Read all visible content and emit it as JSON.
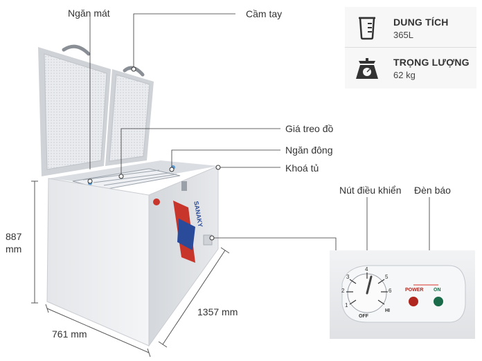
{
  "labels": {
    "ngan_mat": "Ngăn mát",
    "cam_tay": "Cầm tay",
    "gia_treo_do": "Giá treo đồ",
    "ngan_dong": "Ngăn đông",
    "khoa_tu": "Khoá tủ",
    "nut_dieu_khien": "Nút điều khiển",
    "den_bao": "Đèn báo"
  },
  "dimensions": {
    "height_value": "887",
    "height_unit": "mm",
    "depth": "761 mm",
    "width": "1357 mm"
  },
  "specs": [
    {
      "icon": "capacity-cup-icon",
      "title": "DUNG TÍCH",
      "value": "365L"
    },
    {
      "icon": "weighing-scale-icon",
      "title": "TRỌNG LƯỢNG",
      "value": "62 kg"
    }
  ],
  "control_panel": {
    "dial_numbers": [
      "1",
      "2",
      "3",
      "4",
      "5",
      "6"
    ],
    "dial_off": "OFF",
    "dial_hi": "HI",
    "power_label": "POWER",
    "on_label": "ON"
  },
  "brand": "SANAKY",
  "colors": {
    "accent_red": "#c8362b",
    "accent_blue": "#2a4a9a",
    "power_lamp": "#b0271f",
    "on_lamp": "#1a6b4a",
    "leader_line": "#d9302a"
  }
}
